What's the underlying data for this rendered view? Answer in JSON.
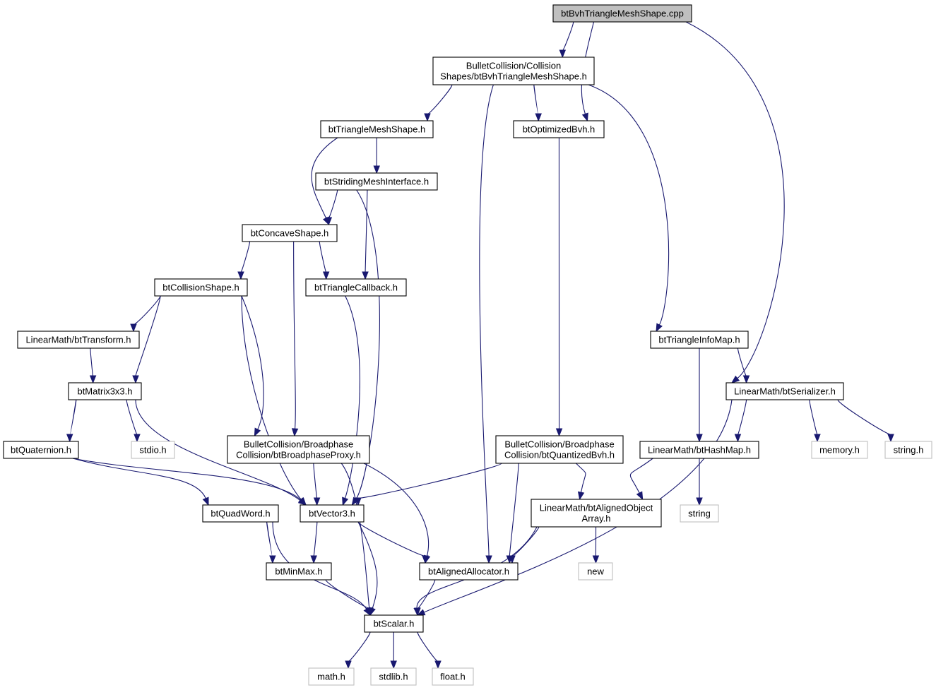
{
  "nodes": [
    {
      "id": "root",
      "lines": [
        "btBvhTriangleMeshShape.cpp"
      ],
      "kind": "root"
    },
    {
      "id": "bvhshape",
      "lines": [
        "BulletCollision/Collision",
        "Shapes/btBvhTriangleMeshShape.h"
      ],
      "kind": "local"
    },
    {
      "id": "trimesh",
      "lines": [
        "btTriangleMeshShape.h"
      ],
      "kind": "local"
    },
    {
      "id": "optbvh",
      "lines": [
        "btOptimizedBvh.h"
      ],
      "kind": "local"
    },
    {
      "id": "striding",
      "lines": [
        "btStridingMeshInterface.h"
      ],
      "kind": "local"
    },
    {
      "id": "concave",
      "lines": [
        "btConcaveShape.h"
      ],
      "kind": "local"
    },
    {
      "id": "collshape",
      "lines": [
        "btCollisionShape.h"
      ],
      "kind": "local"
    },
    {
      "id": "tricb",
      "lines": [
        "btTriangleCallback.h"
      ],
      "kind": "local"
    },
    {
      "id": "transform",
      "lines": [
        "LinearMath/btTransform.h"
      ],
      "kind": "local"
    },
    {
      "id": "matrix",
      "lines": [
        "btMatrix3x3.h"
      ],
      "kind": "local"
    },
    {
      "id": "quat",
      "lines": [
        "btQuaternion.h"
      ],
      "kind": "local"
    },
    {
      "id": "stdio",
      "lines": [
        "stdio.h"
      ],
      "kind": "sys"
    },
    {
      "id": "bproxy",
      "lines": [
        "BulletCollision/Broadphase",
        "Collision/btBroadphaseProxy.h"
      ],
      "kind": "local"
    },
    {
      "id": "qbvh",
      "lines": [
        "BulletCollision/Broadphase",
        "Collision/btQuantizedBvh.h"
      ],
      "kind": "local"
    },
    {
      "id": "triinfo",
      "lines": [
        "btTriangleInfoMap.h"
      ],
      "kind": "local"
    },
    {
      "id": "serializer",
      "lines": [
        "LinearMath/btSerializer.h"
      ],
      "kind": "local"
    },
    {
      "id": "hashmap",
      "lines": [
        "LinearMath/btHashMap.h"
      ],
      "kind": "local"
    },
    {
      "id": "memory",
      "lines": [
        "memory.h"
      ],
      "kind": "sys"
    },
    {
      "id": "stringh",
      "lines": [
        "string.h"
      ],
      "kind": "sys"
    },
    {
      "id": "string",
      "lines": [
        "string"
      ],
      "kind": "sys"
    },
    {
      "id": "quadword",
      "lines": [
        "btQuadWord.h"
      ],
      "kind": "local"
    },
    {
      "id": "vector3",
      "lines": [
        "btVector3.h"
      ],
      "kind": "local"
    },
    {
      "id": "aoa",
      "lines": [
        "LinearMath/btAlignedObject",
        "Array.h"
      ],
      "kind": "local"
    },
    {
      "id": "minmax",
      "lines": [
        "btMinMax.h"
      ],
      "kind": "local"
    },
    {
      "id": "alloc",
      "lines": [
        "btAlignedAllocator.h"
      ],
      "kind": "local"
    },
    {
      "id": "new",
      "lines": [
        "new"
      ],
      "kind": "sys"
    },
    {
      "id": "scalar",
      "lines": [
        "btScalar.h"
      ],
      "kind": "local"
    },
    {
      "id": "math",
      "lines": [
        "math.h"
      ],
      "kind": "sys"
    },
    {
      "id": "stdlib",
      "lines": [
        "stdlib.h"
      ],
      "kind": "sys"
    },
    {
      "id": "float",
      "lines": [
        "float.h"
      ],
      "kind": "sys"
    }
  ],
  "edges": [
    [
      "root",
      "bvhshape"
    ],
    [
      "root",
      "optbvh"
    ],
    [
      "root",
      "serializer"
    ],
    [
      "bvhshape",
      "trimesh"
    ],
    [
      "bvhshape",
      "optbvh"
    ],
    [
      "bvhshape",
      "alloc"
    ],
    [
      "bvhshape",
      "triinfo"
    ],
    [
      "trimesh",
      "striding"
    ],
    [
      "trimesh",
      "concave"
    ],
    [
      "optbvh",
      "qbvh"
    ],
    [
      "striding",
      "concave"
    ],
    [
      "striding",
      "tricb"
    ],
    [
      "striding",
      "vector3"
    ],
    [
      "concave",
      "collshape"
    ],
    [
      "concave",
      "tricb"
    ],
    [
      "concave",
      "bproxy"
    ],
    [
      "collshape",
      "transform"
    ],
    [
      "collshape",
      "matrix"
    ],
    [
      "collshape",
      "vector3"
    ],
    [
      "collshape",
      "bproxy"
    ],
    [
      "tricb",
      "vector3"
    ],
    [
      "transform",
      "matrix"
    ],
    [
      "matrix",
      "quat"
    ],
    [
      "matrix",
      "stdio"
    ],
    [
      "matrix",
      "vector3"
    ],
    [
      "quat",
      "quadword"
    ],
    [
      "quat",
      "vector3"
    ],
    [
      "bproxy",
      "vector3"
    ],
    [
      "bproxy",
      "alloc"
    ],
    [
      "bproxy",
      "scalar"
    ],
    [
      "qbvh",
      "vector3"
    ],
    [
      "qbvh",
      "alloc"
    ],
    [
      "qbvh",
      "aoa"
    ],
    [
      "triinfo",
      "serializer"
    ],
    [
      "triinfo",
      "hashmap"
    ],
    [
      "serializer",
      "hashmap"
    ],
    [
      "serializer",
      "memory"
    ],
    [
      "serializer",
      "stringh"
    ],
    [
      "serializer",
      "scalar"
    ],
    [
      "hashmap",
      "aoa"
    ],
    [
      "hashmap",
      "string"
    ],
    [
      "quadword",
      "minmax"
    ],
    [
      "quadword",
      "scalar"
    ],
    [
      "vector3",
      "minmax"
    ],
    [
      "vector3",
      "alloc"
    ],
    [
      "vector3",
      "scalar"
    ],
    [
      "aoa",
      "alloc"
    ],
    [
      "aoa",
      "new"
    ],
    [
      "aoa",
      "scalar"
    ],
    [
      "minmax",
      "scalar"
    ],
    [
      "alloc",
      "scalar"
    ],
    [
      "scalar",
      "math"
    ],
    [
      "scalar",
      "stdlib"
    ],
    [
      "scalar",
      "float"
    ]
  ]
}
